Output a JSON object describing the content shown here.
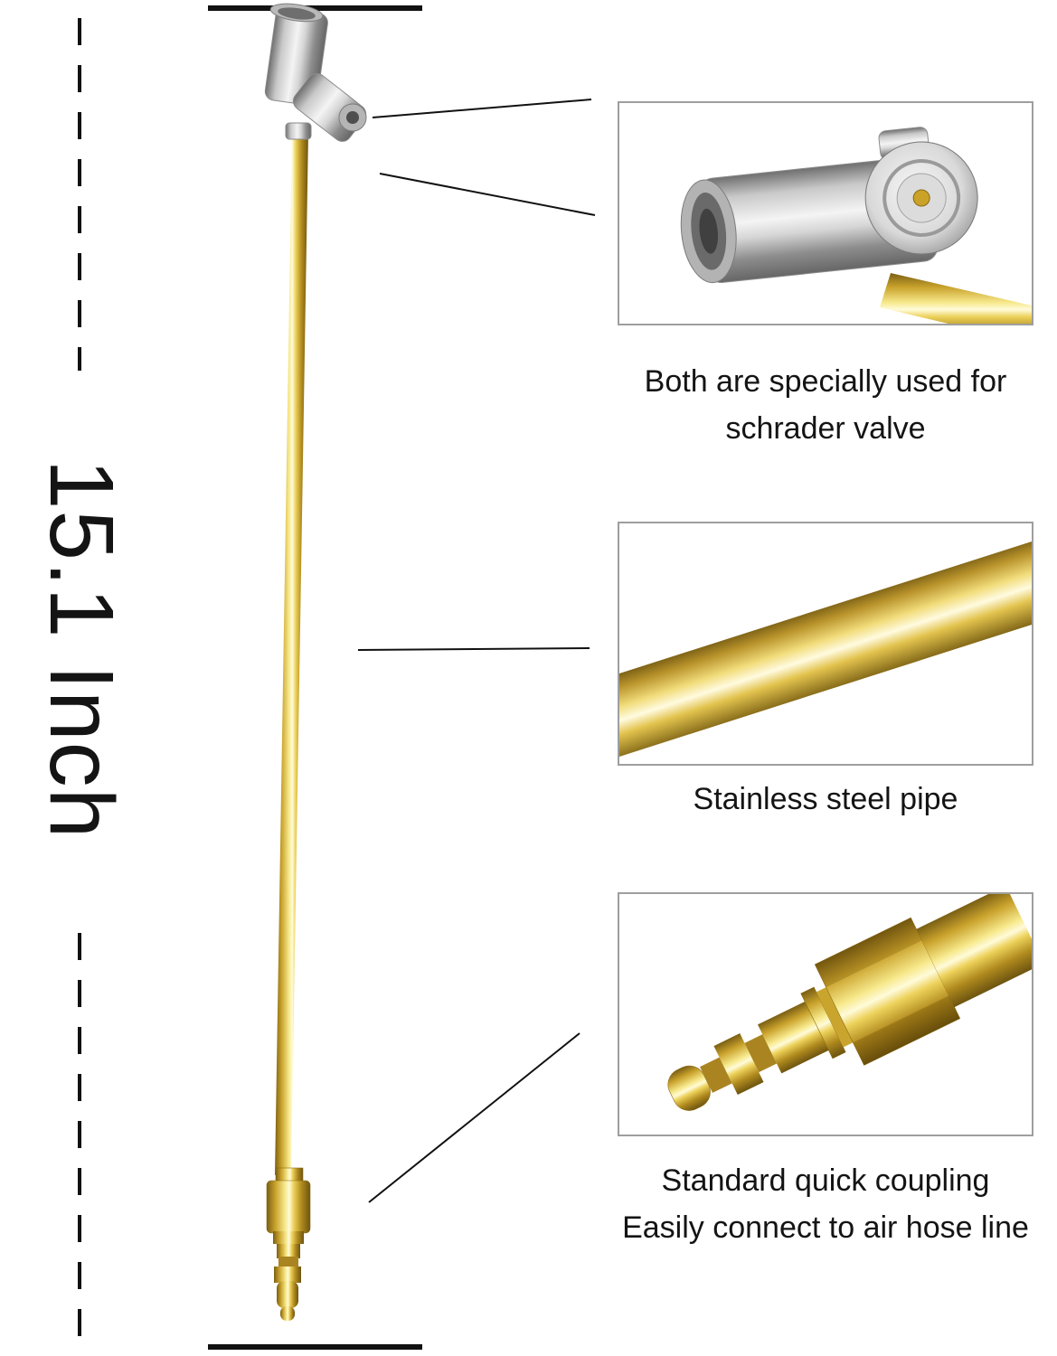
{
  "measurement": {
    "label": "15.1 Inch"
  },
  "insets": {
    "chuck": {
      "caption_line1": "Both are specially used for",
      "caption_line2": "schrader valve"
    },
    "pipe": {
      "caption": "Stainless steel pipe"
    },
    "coupling": {
      "caption_line1": "Standard quick coupling",
      "caption_line2": "Easily connect to air hose line"
    }
  },
  "colors": {
    "text": "#141414",
    "inset_border": "#9e9e9e",
    "line": "#111111",
    "brass": "#d4af37",
    "brass_highlight": "#fffbda",
    "brass_shadow": "#6d5410",
    "chrome": "#c9c9c9",
    "chrome_shadow": "#6f6f6f",
    "background": "#ffffff"
  }
}
